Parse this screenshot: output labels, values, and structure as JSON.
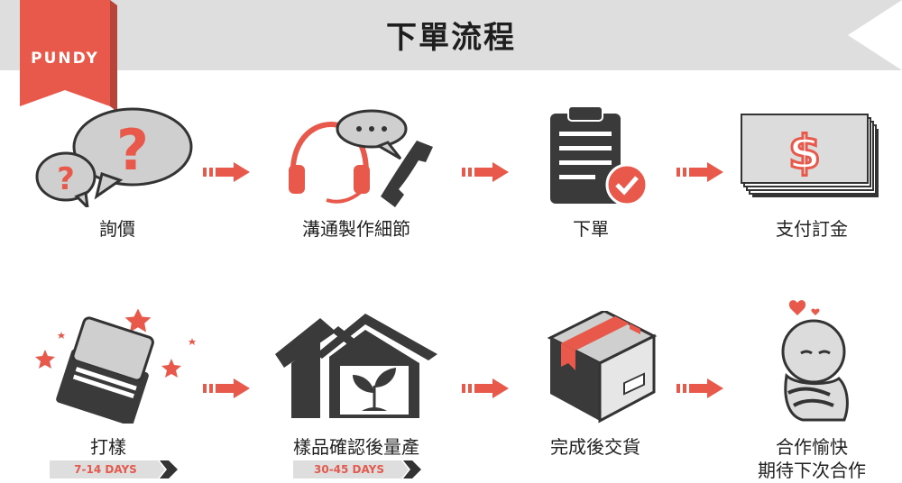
{
  "title": "下單流程",
  "brand": "PUNDY",
  "colors": {
    "accent": "#e8594c",
    "dark": "#3a3a3a",
    "banner": "#dedede"
  },
  "row1": [
    {
      "label": "詢價",
      "icon": "question-bubbles-icon"
    },
    {
      "label": "溝通製作細節",
      "icon": "headset-phone-icon"
    },
    {
      "label": "下單",
      "icon": "clipboard-check-icon"
    },
    {
      "label": "支付訂金",
      "icon": "cash-stack-icon"
    }
  ],
  "row2": [
    {
      "label": "打樣",
      "icon": "book-stars-icon",
      "days": "7-14 DAYS"
    },
    {
      "label": "樣品確認後量產",
      "icon": "house-sprout-icon",
      "days": "30-45 DAYS"
    },
    {
      "label": "完成後交貨",
      "icon": "package-box-icon"
    },
    {
      "label_line1": "合作愉快",
      "label_line2": "期待下次合作",
      "icon": "happy-figure-icon"
    }
  ]
}
